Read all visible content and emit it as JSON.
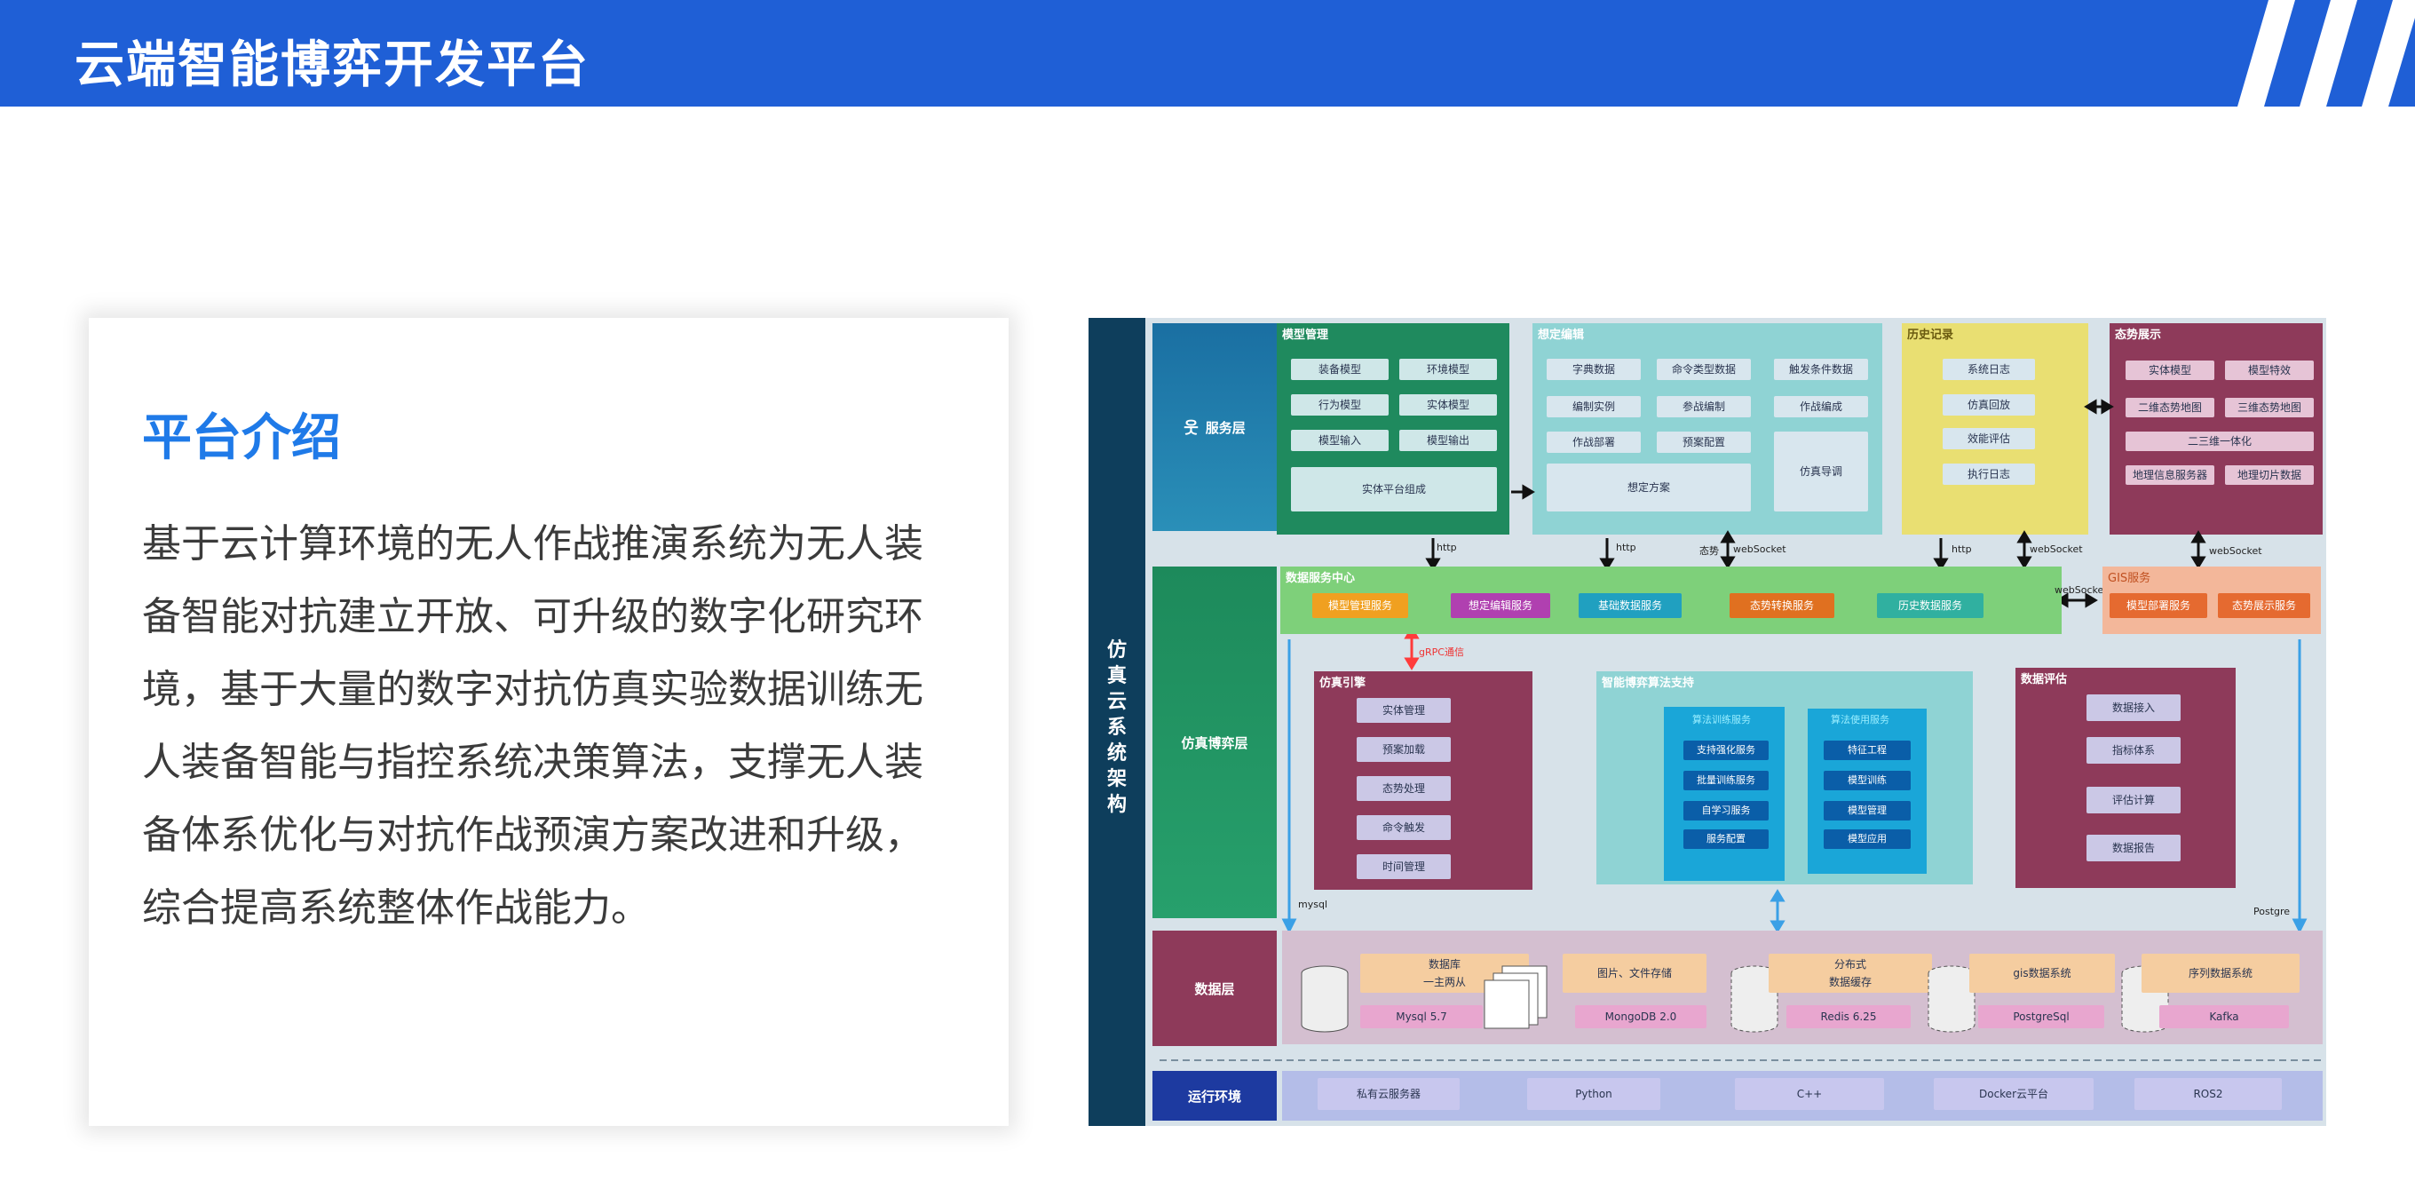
{
  "header": {
    "title": "云端智能博弈开发平台"
  },
  "intro": {
    "title": "平台介绍",
    "body": "基于云计算环境的无人作战推演系统为无人装备智能对抗建立开放、可升级的数字化研究环境，基于大量的数字对抗仿真实验数据训练无人装备智能与指控系统决策算法，支撑无人装备体系优化与对抗作战预演方案改进和升级，综合提高系统整体作战能力。"
  },
  "diagram": {
    "side_title": "仿真云系统架构",
    "layers": {
      "service": "服务层",
      "sim": "仿真博弈层",
      "data": "数据层",
      "runtime": "运行环境"
    },
    "model_mgmt": {
      "title": "模型管理",
      "items": [
        "装备模型",
        "环境模型",
        "行为模型",
        "实体模型",
        "模型输入",
        "模型输出",
        "实体平台组成"
      ]
    },
    "scenario": {
      "title": "想定编辑",
      "items": [
        "字典数据",
        "命令类型数据",
        "触发条件数据",
        "编制实例",
        "参战编制",
        "作战编成",
        "作战部署",
        "预案配置",
        "仿真导调",
        "想定方案"
      ]
    },
    "history": {
      "title": "历史记录",
      "items": [
        "系统日志",
        "仿真回放",
        "效能评估",
        "执行日志"
      ]
    },
    "situation": {
      "title": "态势展示",
      "items": [
        "实体模型",
        "模型特效",
        "二维态势地图",
        "三维态势地图",
        "二三维一体化",
        "地理信息服务器",
        "地理切片数据"
      ]
    },
    "data_center": {
      "title": "数据服务中心",
      "items": [
        "模型管理服务",
        "想定编辑服务",
        "基础数据服务",
        "态势转换服务",
        "历史数据服务"
      ]
    },
    "gis": {
      "title": "GIS服务",
      "items": [
        "模型部署服务",
        "态势展示服务"
      ]
    },
    "engine": {
      "title": "仿真引擎",
      "items": [
        "实体管理",
        "预案加载",
        "态势处理",
        "命令触发",
        "时间管理"
      ]
    },
    "ai": {
      "title": "智能博弈算法支持",
      "col1_title": "算法训练服务",
      "col1": [
        "支持强化服务",
        "批量训练服务",
        "自学习服务",
        "服务配置"
      ],
      "col2_title": "算法使用服务",
      "col2": [
        "特征工程",
        "模型训练",
        "模型管理",
        "模型应用"
      ]
    },
    "eval": {
      "title": "数据评估",
      "items": [
        "数据接入",
        "指标体系",
        "评估计算",
        "数据报告"
      ]
    },
    "storage": [
      {
        "title": "数据库\n一主两从",
        "db": "Mysql 5.7"
      },
      {
        "title": "图片、文件存储",
        "db": "MongoDB  2.0"
      },
      {
        "title": "分布式\n数据缓存",
        "db": "Redis 6.25"
      },
      {
        "title": "gis数据系统",
        "db": "PostgreSql"
      },
      {
        "title": "序列数据系统",
        "db": "Kafka"
      }
    ],
    "runtime_items": [
      "私有云服务器",
      "Python",
      "C++",
      "Docker云平台",
      "ROS2"
    ],
    "links": {
      "http1": "http",
      "http2": "http",
      "ws1": "webSocket",
      "http3": "http",
      "ws2": "webSocket",
      "ws3": "webSocket",
      "ws4": "webSocket",
      "grpc": "gRPC通信",
      "mysql": "mysql",
      "postgre": "Postgre",
      "state": "态势"
    }
  }
}
